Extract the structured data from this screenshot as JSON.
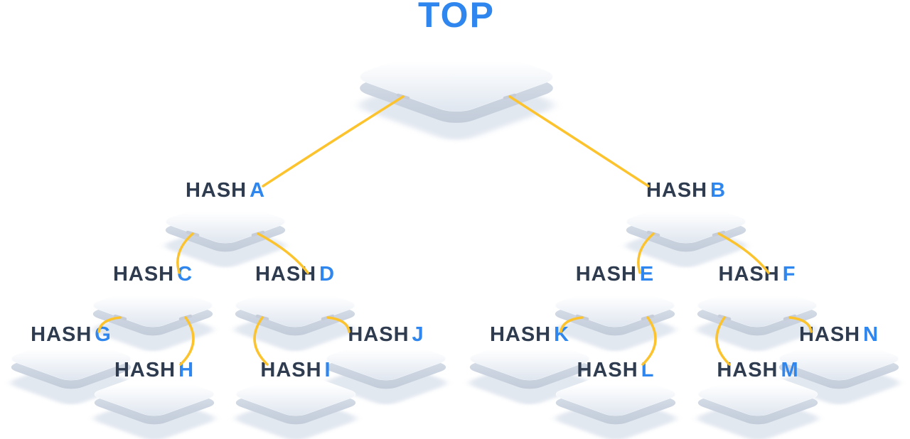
{
  "root": {
    "label": "TOP"
  },
  "nodes": [
    {
      "id": "hash-a",
      "word": "HASH",
      "letter": "A"
    },
    {
      "id": "hash-b",
      "word": "HASH",
      "letter": "B"
    },
    {
      "id": "hash-c",
      "word": "HASH",
      "letter": "C"
    },
    {
      "id": "hash-d",
      "word": "HASH",
      "letter": "D"
    },
    {
      "id": "hash-e",
      "word": "HASH",
      "letter": "E"
    },
    {
      "id": "hash-f",
      "word": "HASH",
      "letter": "F"
    },
    {
      "id": "hash-g",
      "word": "HASH",
      "letter": "G"
    },
    {
      "id": "hash-h",
      "word": "HASH",
      "letter": "H"
    },
    {
      "id": "hash-i",
      "word": "HASH",
      "letter": "I"
    },
    {
      "id": "hash-j",
      "word": "HASH",
      "letter": "J"
    },
    {
      "id": "hash-k",
      "word": "HASH",
      "letter": "K"
    },
    {
      "id": "hash-l",
      "word": "HASH",
      "letter": "L"
    },
    {
      "id": "hash-m",
      "word": "HASH",
      "letter": "M"
    },
    {
      "id": "hash-n",
      "word": "HASH",
      "letter": "N"
    }
  ],
  "edges": [
    {
      "from": "TOP",
      "to": "HASH A"
    },
    {
      "from": "TOP",
      "to": "HASH B"
    },
    {
      "from": "HASH A",
      "to": "HASH C"
    },
    {
      "from": "HASH A",
      "to": "HASH D"
    },
    {
      "from": "HASH B",
      "to": "HASH E"
    },
    {
      "from": "HASH B",
      "to": "HASH F"
    },
    {
      "from": "HASH C",
      "to": "HASH G"
    },
    {
      "from": "HASH C",
      "to": "HASH H"
    },
    {
      "from": "HASH D",
      "to": "HASH I"
    },
    {
      "from": "HASH D",
      "to": "HASH J"
    },
    {
      "from": "HASH E",
      "to": "HASH K"
    },
    {
      "from": "HASH E",
      "to": "HASH L"
    },
    {
      "from": "HASH F",
      "to": "HASH M"
    },
    {
      "from": "HASH F",
      "to": "HASH N"
    }
  ],
  "colors": {
    "accent_blue": "#2e86ee",
    "label_dark": "#2f3c50",
    "connector_gold": "#fcc32d",
    "anchor_gray": "#c6cdd8",
    "platform_light": "#ffffff",
    "platform_shade": "#dde4ee"
  }
}
